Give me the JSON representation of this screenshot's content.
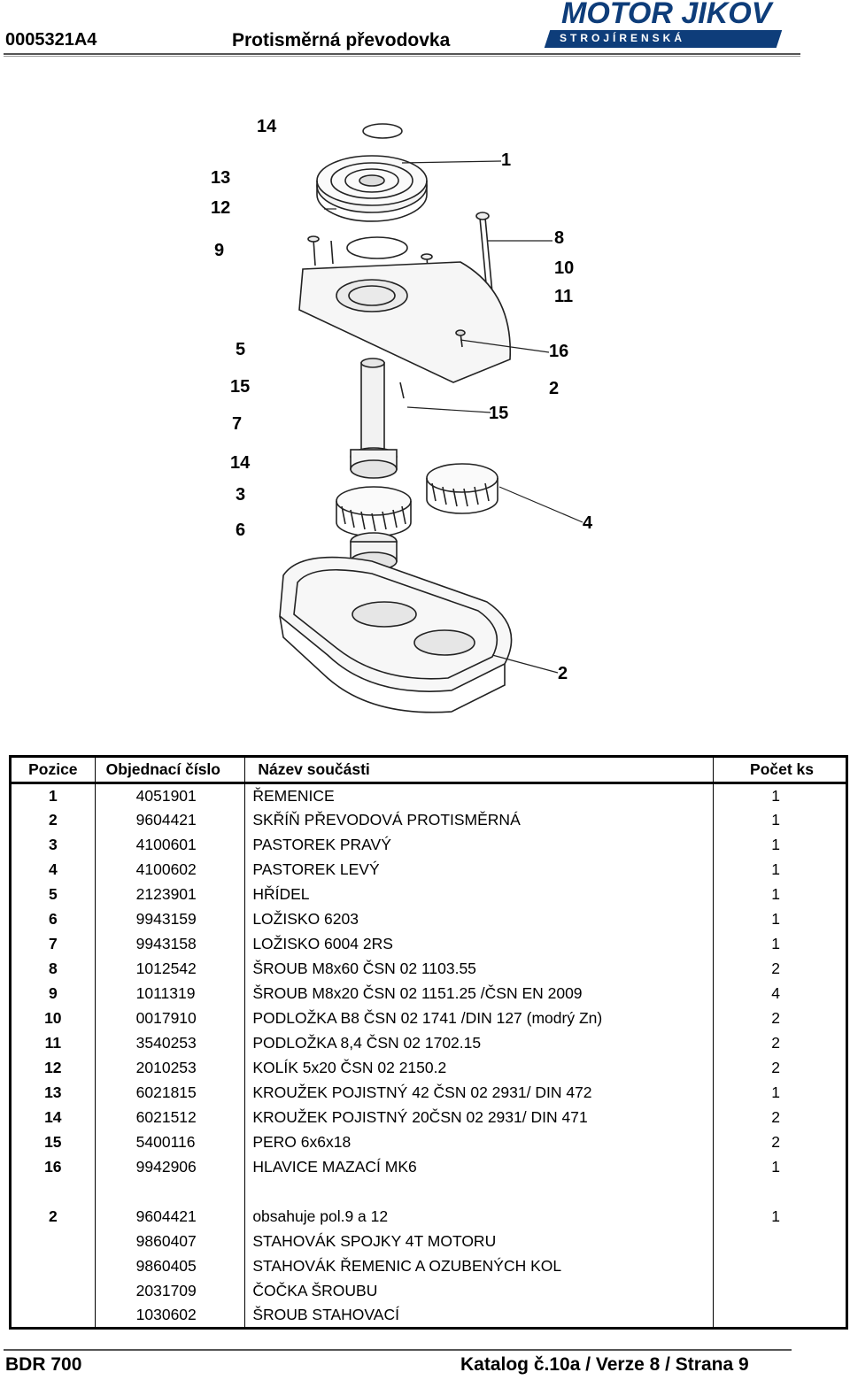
{
  "header": {
    "code": "0005321A4",
    "title": "Protisměrná převodovka",
    "logo_main": "MOTOR JIKOV",
    "logo_sub": "STROJÍRENSKÁ"
  },
  "diagram": {
    "callouts": [
      "14",
      "1",
      "13",
      "12",
      "9",
      "8",
      "10",
      "11",
      "5",
      "16",
      "15",
      "2",
      "7",
      "15",
      "14",
      "3",
      "4",
      "6",
      "2"
    ]
  },
  "table": {
    "headers": {
      "position": "Pozice",
      "order_no": "Objednací číslo",
      "part_name": "Název součásti",
      "qty": "Počet ks"
    },
    "rows": [
      {
        "position": "1",
        "order_no": "4051901",
        "part_name": "ŘEMENICE",
        "qty": "1"
      },
      {
        "position": "2",
        "order_no": "9604421",
        "part_name": "SKŘÍŇ PŘEVODOVÁ PROTISMĚRNÁ",
        "qty": "1"
      },
      {
        "position": "3",
        "order_no": "4100601",
        "part_name": "PASTOREK PRAVÝ",
        "qty": "1"
      },
      {
        "position": "4",
        "order_no": "4100602",
        "part_name": "PASTOREK LEVÝ",
        "qty": "1"
      },
      {
        "position": "5",
        "order_no": "2123901",
        "part_name": "HŘÍDEL",
        "qty": "1"
      },
      {
        "position": "6",
        "order_no": "9943159",
        "part_name": "LOŽISKO 6203",
        "qty": "1"
      },
      {
        "position": "7",
        "order_no": "9943158",
        "part_name": "LOŽISKO 6004 2RS",
        "qty": "1"
      },
      {
        "position": "8",
        "order_no": "1012542",
        "part_name": "ŠROUB M8x60 ČSN 02 1103.55",
        "qty": "2"
      },
      {
        "position": "9",
        "order_no": "1011319",
        "part_name": "ŠROUB M8x20 ČSN 02 1151.25 /ČSN EN 2009",
        "qty": "4"
      },
      {
        "position": "10",
        "order_no": "0017910",
        "part_name": "PODLOŽKA B8 ČSN 02 1741 /DIN 127 (modrý Zn)",
        "qty": "2"
      },
      {
        "position": "11",
        "order_no": "3540253",
        "part_name": "PODLOŽKA 8,4 ČSN 02 1702.15",
        "qty": "2"
      },
      {
        "position": "12",
        "order_no": "2010253",
        "part_name": "KOLÍK 5x20 ČSN 02 2150.2",
        "qty": "2"
      },
      {
        "position": "13",
        "order_no": "6021815",
        "part_name": "KROUŽEK POJISTNÝ 42 ČSN 02 2931/ DIN 472",
        "qty": "1"
      },
      {
        "position": "14",
        "order_no": "6021512",
        "part_name": "KROUŽEK POJISTNÝ 20ČSN 02 2931/ DIN 471",
        "qty": "2"
      },
      {
        "position": "15",
        "order_no": "5400116",
        "part_name": "PERO 6x6x18",
        "qty": "2"
      },
      {
        "position": "16",
        "order_no": "9942906",
        "part_name": "HLAVICE MAZACÍ MK6",
        "qty": "1"
      }
    ],
    "extra_rows": [
      {
        "position": "2",
        "order_no": "9604421",
        "part_name": "obsahuje pol.9 a 12",
        "qty": "1"
      },
      {
        "position": "",
        "order_no": "9860407",
        "part_name": "STAHOVÁK SPOJKY 4T MOTORU",
        "qty": ""
      },
      {
        "position": "",
        "order_no": "9860405",
        "part_name": "STAHOVÁK ŘEMENIC A OZUBENÝCH KOL",
        "qty": ""
      },
      {
        "position": "",
        "order_no": "2031709",
        "part_name": "ČOČKA ŠROUBU",
        "qty": ""
      },
      {
        "position": "",
        "order_no": "1030602",
        "part_name": "ŠROUB STAHOVACÍ",
        "qty": ""
      }
    ]
  },
  "footer": {
    "left": "BDR 700",
    "right": "Katalog č.10a / Verze 8 / Strana 9"
  }
}
